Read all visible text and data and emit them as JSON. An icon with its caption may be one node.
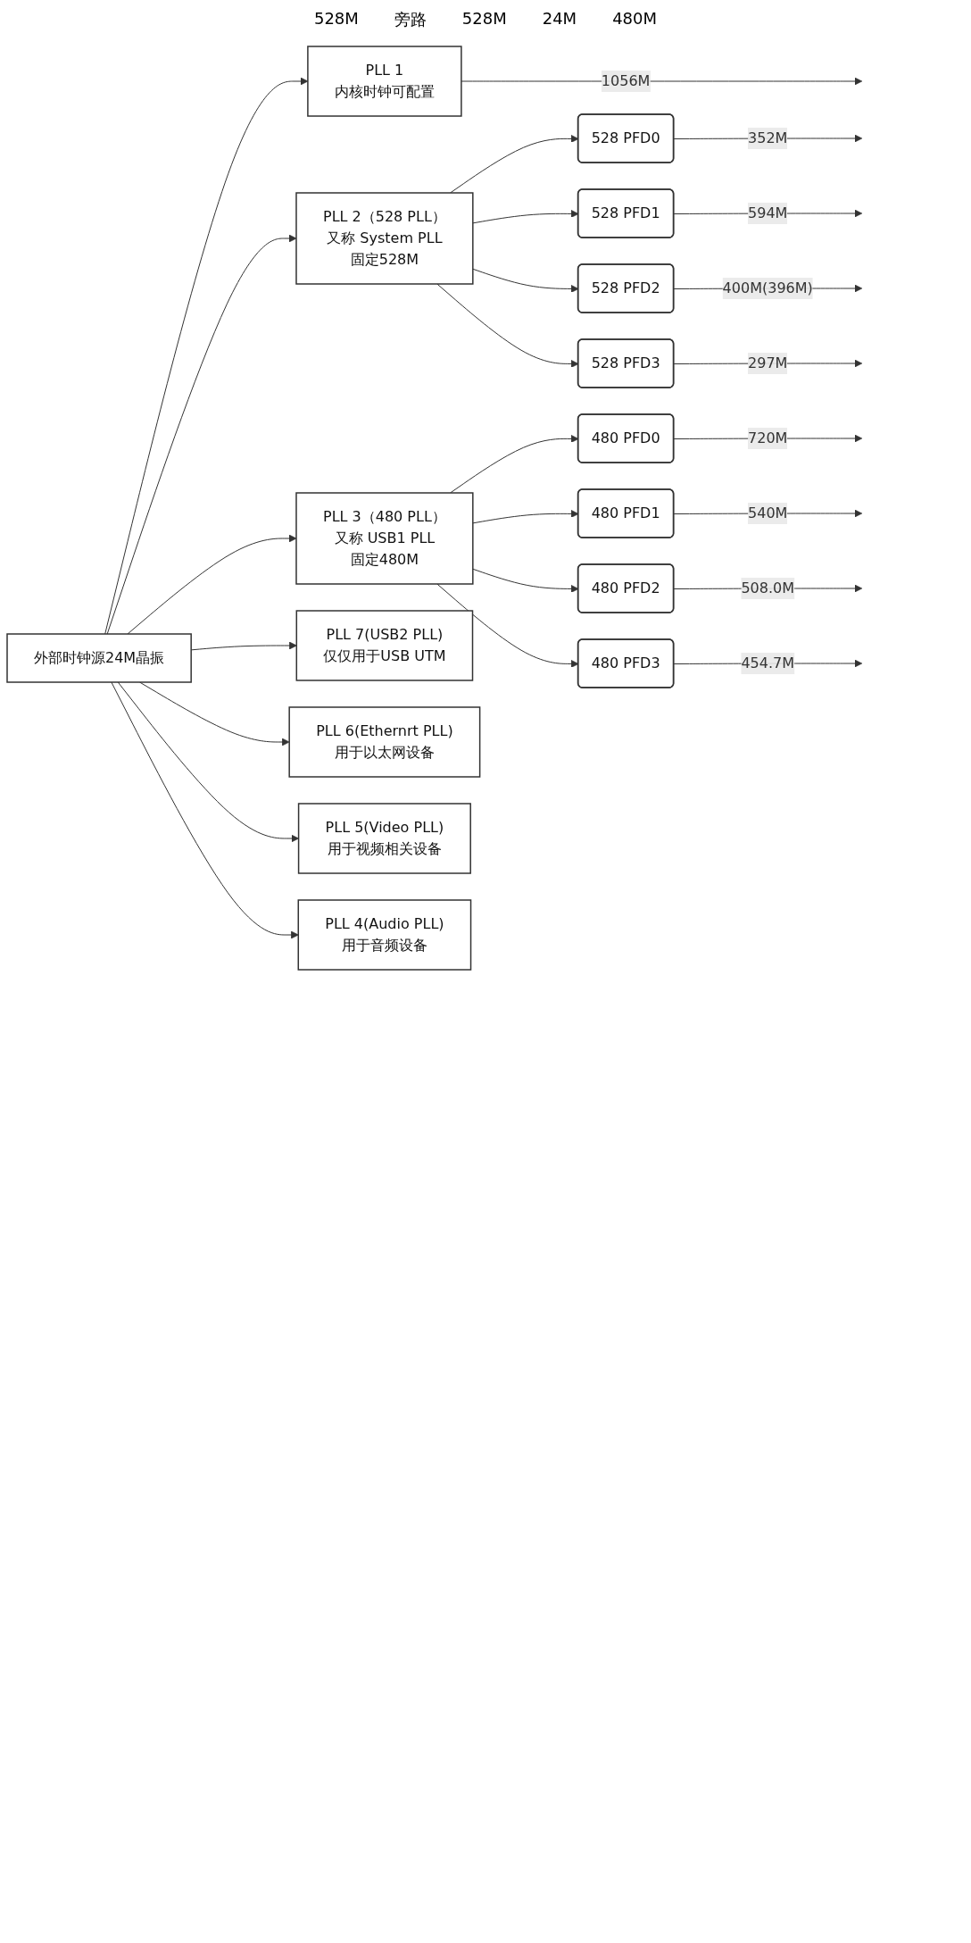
{
  "diagram": {
    "nodes": [
      {
        "text": [
          "外部时钟源24M晶振"
        ]
      },
      {
        "text": [
          "PLL 1",
          "内核时钟可配置"
        ]
      },
      {
        "text": [
          "PLL 2（528 PLL）",
          "又称 System PLL",
          "固定528M"
        ]
      },
      {
        "text": [
          "528 PFD0"
        ]
      },
      {
        "text": [
          "528 PFD1"
        ]
      },
      {
        "text": [
          "528 PFD2"
        ]
      },
      {
        "text": [
          "528 PFD3"
        ]
      },
      {
        "text": [
          "PLL 3（480 PLL）",
          "又称 USB1 PLL",
          "固定480M"
        ]
      },
      {
        "text": [
          "480 PFD0"
        ]
      },
      {
        "text": [
          "480 PFD1"
        ]
      },
      {
        "text": [
          "480 PFD2"
        ]
      },
      {
        "text": [
          "480 PFD3"
        ]
      },
      {
        "text": [
          "PLL 7(USB2 PLL)",
          "仅仅用于USB UTM"
        ]
      },
      {
        "text": [
          "PLL 6(Ethernrt PLL)",
          "用于以太网设备"
        ]
      },
      {
        "text": [
          "PLL 5(Video PLL)",
          "用于视频相关设备"
        ]
      },
      {
        "text": [
          "PLL 4(Audio PLL)",
          "用于音频设备"
        ]
      }
    ],
    "edges": [
      {
        "from": 0,
        "to": 1,
        "arrow": "to"
      },
      {
        "from": 1,
        "to": null,
        "arrow": "to",
        "label": "1056M"
      },
      {
        "from": 0,
        "to": 2,
        "arrow": "to"
      },
      {
        "from": 2,
        "to": 3,
        "arrow": "to"
      },
      {
        "from": 3,
        "to": null,
        "arrow": "to",
        "label": "352M"
      },
      {
        "from": 2,
        "to": 4,
        "arrow": "to"
      },
      {
        "from": 4,
        "to": null,
        "arrow": "to",
        "label": "594M"
      },
      {
        "from": 2,
        "to": 5,
        "arrow": "to"
      },
      {
        "from": 5,
        "to": null,
        "arrow": "to",
        "label": "400M(396M)"
      },
      {
        "from": 2,
        "to": 6,
        "arrow": "to"
      },
      {
        "from": 6,
        "to": null,
        "arrow": "to",
        "label": "297M"
      },
      {
        "from": 0,
        "to": 7,
        "arrow": "to"
      },
      {
        "from": 7,
        "to": 8,
        "arrow": "to"
      },
      {
        "from": 8,
        "to": null,
        "arrow": "to",
        "label": "720M"
      },
      {
        "from": 7,
        "to": 9,
        "arrow": "to"
      },
      {
        "from": 9,
        "to": null,
        "arrow": "to",
        "label": "540M"
      },
      {
        "from": 7,
        "to": 10,
        "arrow": "to"
      },
      {
        "from": 10,
        "to": null,
        "arrow": "to",
        "label": "508.0M"
      },
      {
        "from": 7,
        "to": 11,
        "arrow": "to"
      },
      {
        "from": 11,
        "to": null,
        "arrow": "to",
        "label": "454.7M"
      },
      {
        "from": 0,
        "to": 12,
        "arrow": "to"
      },
      {
        "from": 0,
        "to": 13,
        "arrow": "to"
      },
      {
        "from": 0,
        "to": 14,
        "arrow": "to"
      },
      {
        "from": 0,
        "to": 15,
        "arrow": "to"
      }
    ],
    "labels": [
      "528M",
      "旁路",
      "528M",
      "24M",
      "480M"
    ]
  }
}
